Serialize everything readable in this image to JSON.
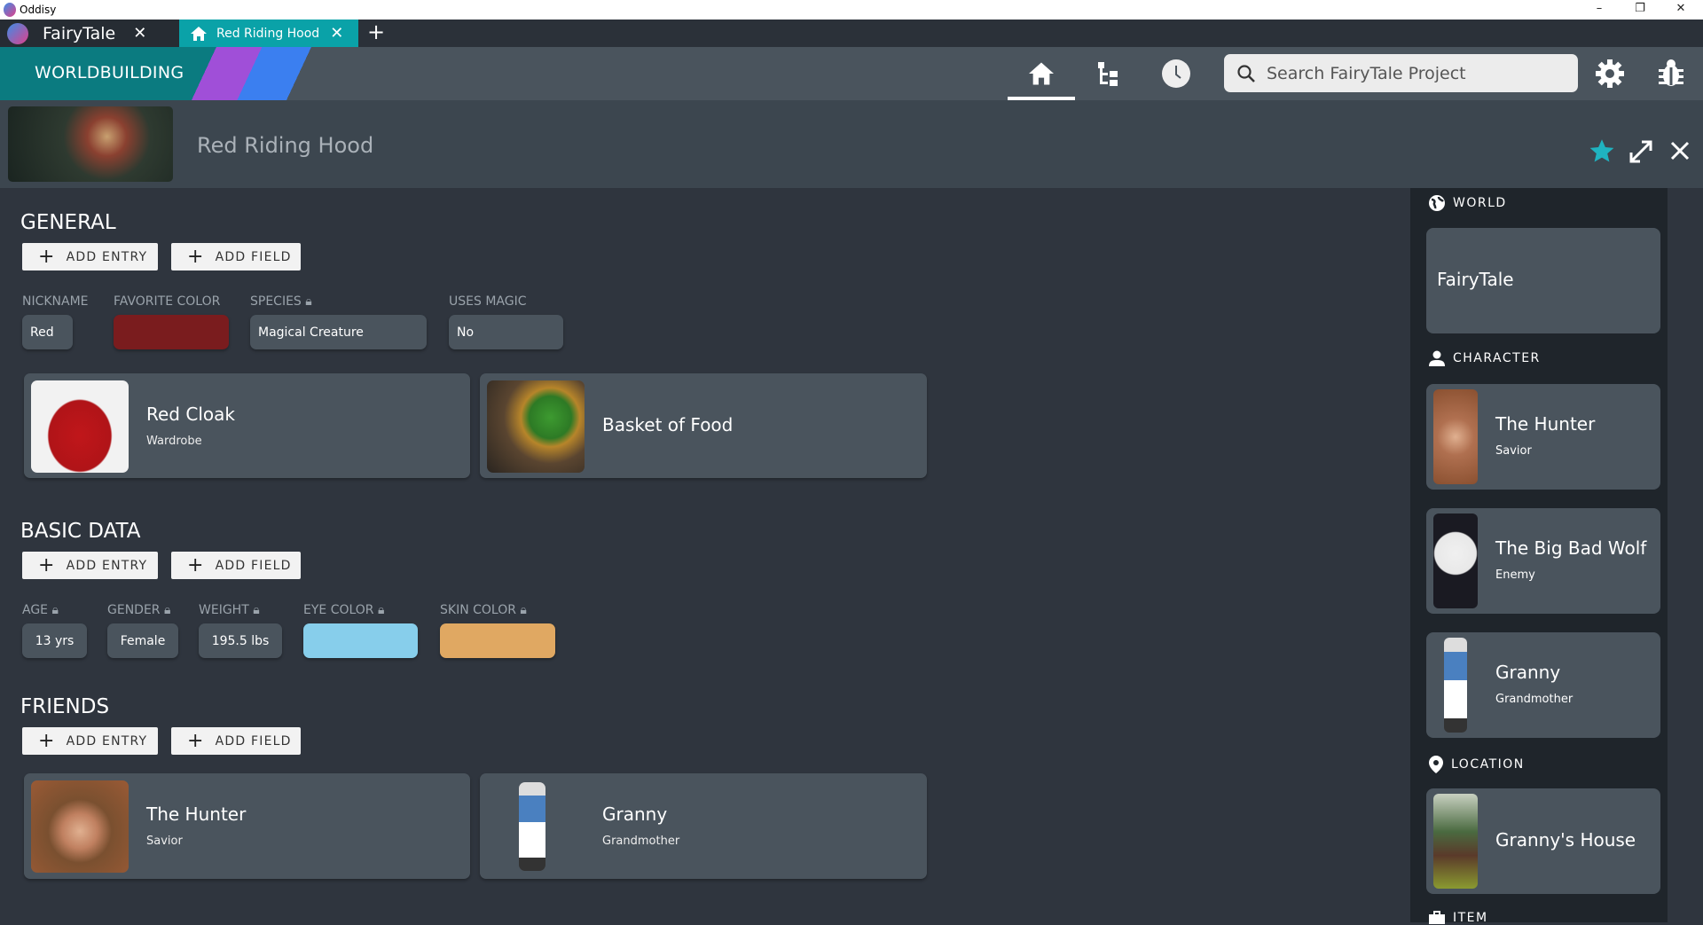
{
  "window": {
    "title": "Oddisy",
    "minimize": "–",
    "restore": "❐",
    "close": "✕"
  },
  "tabs": [
    {
      "label": "FairyTale",
      "close": "✕"
    },
    {
      "label": "Red Riding Hood",
      "close": "✕"
    }
  ],
  "new_tab": "+",
  "header": {
    "section": "WORLDBUILDING",
    "search_placeholder": "Search FairyTale Project"
  },
  "entity": {
    "title": "Red Riding Hood"
  },
  "colors": {
    "accent": "#0aa2a8",
    "favorite_color": "#7a1c1e",
    "eye_color": "#87ceeb",
    "skin_color": "#e0a862",
    "star": "#1fb3c0"
  },
  "sections": {
    "general": {
      "title": "GENERAL",
      "add_entry": "ADD ENTRY",
      "add_field": "ADD FIELD",
      "fields": [
        {
          "label": "NICKNAME",
          "value": "Red"
        },
        {
          "label": "FAVORITE COLOR",
          "value": ""
        },
        {
          "label": "SPECIES",
          "value": "Magical Creature",
          "locked": true
        },
        {
          "label": "USES MAGIC",
          "value": "No"
        }
      ],
      "cards": [
        {
          "name": "Red Cloak",
          "sub": "Wardrobe"
        },
        {
          "name": "Basket of Food",
          "sub": ""
        }
      ]
    },
    "basic": {
      "title": "BASIC DATA",
      "add_entry": "ADD ENTRY",
      "add_field": "ADD FIELD",
      "fields": [
        {
          "label": "AGE",
          "value": "13 yrs"
        },
        {
          "label": "GENDER",
          "value": "Female"
        },
        {
          "label": "WEIGHT",
          "value": "195.5 lbs"
        },
        {
          "label": "EYE COLOR",
          "value": ""
        },
        {
          "label": "SKIN COLOR",
          "value": ""
        }
      ]
    },
    "friends": {
      "title": "FRIENDS",
      "add_entry": "ADD ENTRY",
      "add_field": "ADD FIELD",
      "cards": [
        {
          "name": "The Hunter",
          "sub": "Savior"
        },
        {
          "name": "Granny",
          "sub": "Grandmother"
        }
      ]
    }
  },
  "sidebar": {
    "world": {
      "title": "WORLD",
      "items": [
        {
          "name": "FairyTale"
        }
      ]
    },
    "character": {
      "title": "CHARACTER",
      "items": [
        {
          "name": "The Hunter",
          "sub": "Savior"
        },
        {
          "name": "The Big Bad Wolf",
          "sub": "Enemy"
        },
        {
          "name": "Granny",
          "sub": "Grandmother"
        }
      ]
    },
    "location": {
      "title": "LOCATION",
      "items": [
        {
          "name": "Granny's House"
        }
      ]
    },
    "item": {
      "title": "ITEM"
    }
  }
}
